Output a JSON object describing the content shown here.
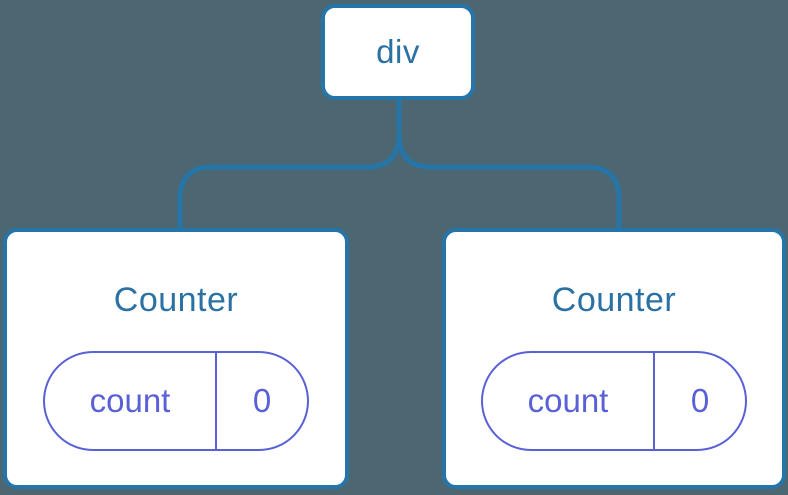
{
  "colors": {
    "background": "#4d6772",
    "tree_line": "#2575a8",
    "node_fill": "#ffffff",
    "node_text": "#2b71a3",
    "state_accent": "#5a61d6"
  },
  "tree": {
    "root": {
      "label": "div"
    },
    "children": [
      {
        "title": "Counter",
        "state": {
          "key": "count",
          "value": "0"
        }
      },
      {
        "title": "Counter",
        "state": {
          "key": "count",
          "value": "0"
        }
      }
    ]
  }
}
